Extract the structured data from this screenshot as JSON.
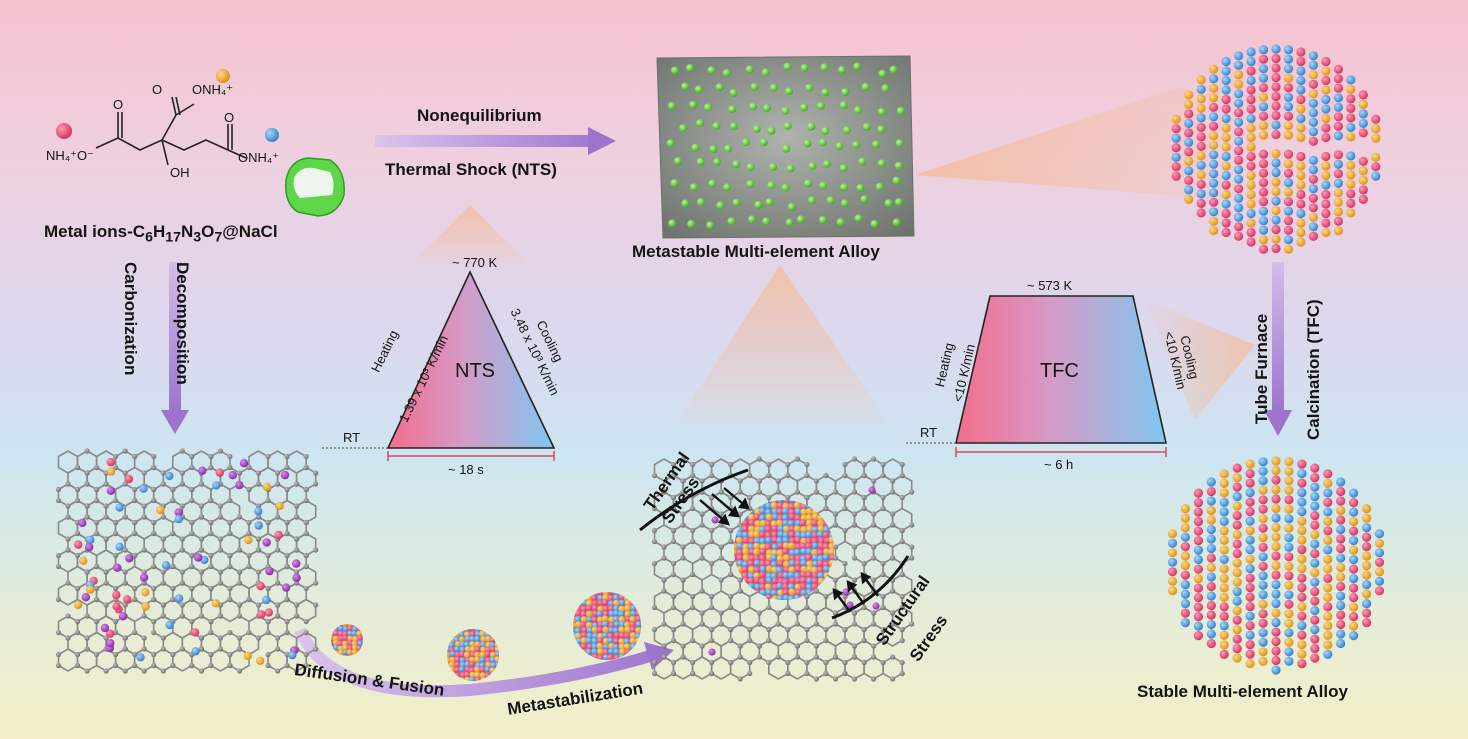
{
  "precursor": {
    "label_prefix": "Metal ions-C",
    "sub_c": "6",
    "h": "H",
    "sub_h": "17",
    "n": "N",
    "sub_n": "3",
    "o": "O",
    "sub_o": "7",
    "label_suffix": "@NaCl",
    "nh4_left": "NH₄⁺O⁻",
    "nh4_top": "ONH₄⁺",
    "nh4_right": "ONH₄⁺",
    "oh": "OH",
    "o_left": "O",
    "o_top": "O",
    "o_right": "O"
  },
  "steps": {
    "nts_line1": "Nonequilibrium",
    "nts_line2": "Thermal Shock (NTS)",
    "decomposition": "Decomposition",
    "carbonization": "Carbonization",
    "diffusion": "Diffusion & Fusion",
    "metastabilization": "Metastabilization",
    "tube_furnace": "Tube Furnace",
    "calcination": "Calcination (TFC)"
  },
  "products": {
    "metastable": "Metastable Multi-element Alloy",
    "stable": "Stable Multi-element Alloy"
  },
  "stress": {
    "thermal_1": "Thermal",
    "thermal_2": "Stress",
    "structural_1": "Structural",
    "structural_2": "Stress"
  },
  "nts_profile": {
    "name": "NTS",
    "peak": "~ 770 K",
    "duration": "~ 18 s",
    "rt": "RT",
    "heating": "Heating",
    "heating_rate": "1.39 x 10³ K/min",
    "cooling": "Cooling",
    "cooling_rate": "3.48 x 10³ K/min"
  },
  "tfc_profile": {
    "name": "TFC",
    "peak": "~ 573 K",
    "duration": "~ 6 h",
    "rt": "RT",
    "heating": "Heating",
    "heating_rate": "<10 K/min",
    "cooling": "Cooling",
    "cooling_rate": "<10 K/min"
  },
  "colors": {
    "pink": "#ee4d7a",
    "blue": "#4a9ee0",
    "gold": "#f2ad2a",
    "purple": "#a73fbf",
    "green": "#62d43a",
    "arrow": "#b58fd8",
    "carbon": "#8a8a8a"
  }
}
